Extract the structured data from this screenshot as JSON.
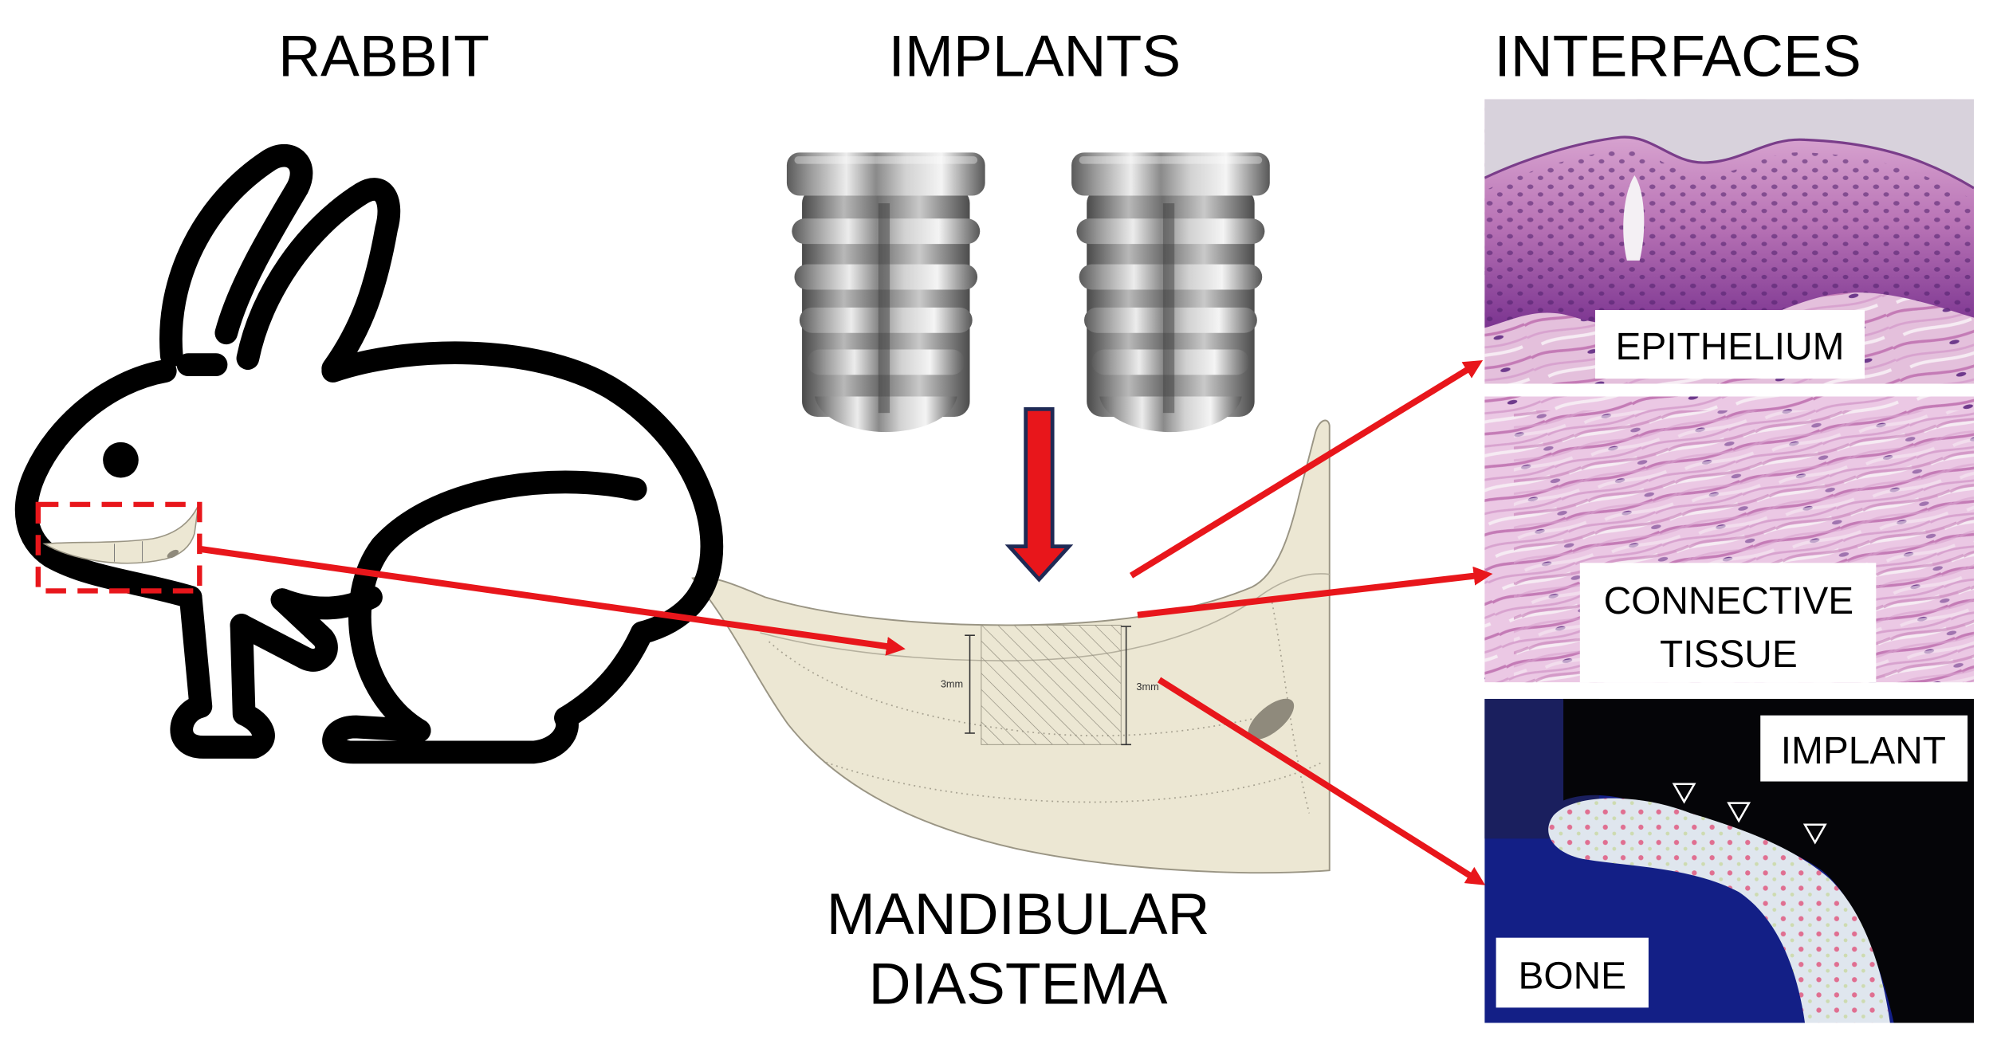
{
  "headings": {
    "rabbit": "RABBIT",
    "implants": "IMPLANTS",
    "interfaces": "INTERFACES"
  },
  "mandible": {
    "label_line1": "MANDIBULAR",
    "label_line2": "DIASTEMA",
    "measurement_left": "3mm",
    "measurement_right": "3mm"
  },
  "interfaces": {
    "epithelium": {
      "label": "EPITHELIUM"
    },
    "connective_tissue": {
      "label_line1": "CONNECTIVE",
      "label_line2": "TISSUE"
    },
    "bone": {
      "implant_label": "IMPLANT",
      "bone_label": "BONE"
    }
  },
  "colors": {
    "arrow_red": "#e8161b",
    "arrow_outline": "#1f2a55",
    "mandible_fill": "#ece7d3",
    "mandible_outline": "#9a9584",
    "rabbit_outline": "#000000",
    "label_box": "#ffffff"
  }
}
